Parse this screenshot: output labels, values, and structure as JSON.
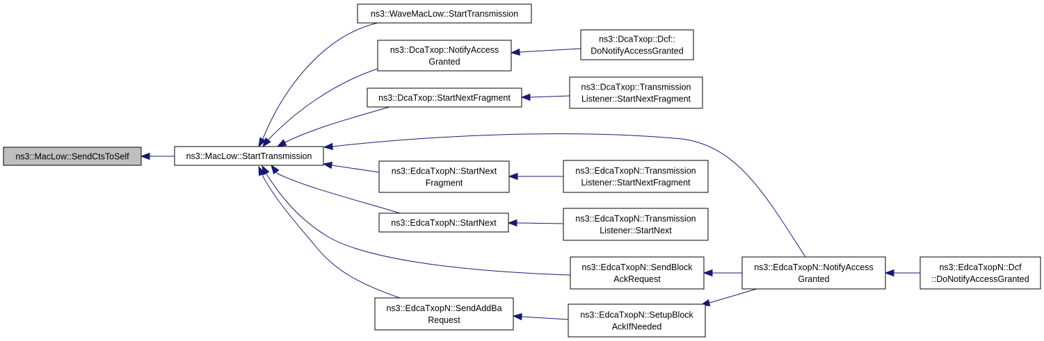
{
  "graph": {
    "nodes": [
      {
        "id": "send-cts-to-self",
        "lines": [
          "ns3::MacLow::SendCtsToSelf"
        ],
        "highlight": true
      },
      {
        "id": "maclow-start-transmission",
        "lines": [
          "ns3::MacLow::StartTransmission"
        ]
      },
      {
        "id": "wavemaclow-start-transmission",
        "lines": [
          "ns3::WaveMacLow::StartTransmission"
        ]
      },
      {
        "id": "dcatxop-notify-access-granted",
        "lines": [
          "ns3::DcaTxop::NotifyAccess",
          "Granted"
        ]
      },
      {
        "id": "dcatxop-dcf-do-notify-access-granted",
        "lines": [
          "ns3::DcaTxop::Dcf::",
          "DoNotifyAccessGranted"
        ]
      },
      {
        "id": "dcatxop-start-next-fragment",
        "lines": [
          "ns3::DcaTxop::StartNextFragment"
        ]
      },
      {
        "id": "dcatxop-transmission-listener-start-next-fragment",
        "lines": [
          "ns3::DcaTxop::Transmission",
          "Listener::StartNextFragment"
        ]
      },
      {
        "id": "edcatxopn-start-next-fragment",
        "lines": [
          "ns3::EdcaTxopN::StartNext",
          "Fragment"
        ]
      },
      {
        "id": "edcatxopn-transmission-listener-start-next-fragment",
        "lines": [
          "ns3::EdcaTxopN::Transmission",
          "Listener::StartNextFragment"
        ]
      },
      {
        "id": "edcatxopn-start-next",
        "lines": [
          "ns3::EdcaTxopN::StartNext"
        ]
      },
      {
        "id": "edcatxopn-transmission-listener-start-next",
        "lines": [
          "ns3::EdcaTxopN::Transmission",
          "Listener::StartNext"
        ]
      },
      {
        "id": "edcatxopn-send-block-ack-request",
        "lines": [
          "ns3::EdcaTxopN::SendBlock",
          "AckRequest"
        ]
      },
      {
        "id": "edcatxopn-notify-access-granted",
        "lines": [
          "ns3::EdcaTxopN::NotifyAccess",
          "Granted"
        ]
      },
      {
        "id": "edcatxopn-dcf-do-notify-access-granted",
        "lines": [
          "ns3::EdcaTxopN::Dcf",
          "::DoNotifyAccessGranted"
        ]
      },
      {
        "id": "edcatxopn-send-add-ba-request",
        "lines": [
          "ns3::EdcaTxopN::SendAddBa",
          "Request"
        ]
      },
      {
        "id": "edcatxopn-setup-block-ack-if-needed",
        "lines": [
          "ns3::EdcaTxopN::SetupBlock",
          "AckIfNeeded"
        ]
      }
    ],
    "edges": [
      {
        "from": "maclow-start-transmission",
        "to": "send-cts-to-self"
      },
      {
        "from": "wavemaclow-start-transmission",
        "to": "maclow-start-transmission"
      },
      {
        "from": "dcatxop-notify-access-granted",
        "to": "maclow-start-transmission"
      },
      {
        "from": "dcatxop-start-next-fragment",
        "to": "maclow-start-transmission"
      },
      {
        "from": "edcatxopn-notify-access-granted",
        "to": "maclow-start-transmission"
      },
      {
        "from": "edcatxopn-start-next-fragment",
        "to": "maclow-start-transmission"
      },
      {
        "from": "edcatxopn-start-next",
        "to": "maclow-start-transmission"
      },
      {
        "from": "edcatxopn-send-block-ack-request",
        "to": "maclow-start-transmission"
      },
      {
        "from": "edcatxopn-send-add-ba-request",
        "to": "maclow-start-transmission"
      },
      {
        "from": "dcatxop-dcf-do-notify-access-granted",
        "to": "dcatxop-notify-access-granted"
      },
      {
        "from": "dcatxop-transmission-listener-start-next-fragment",
        "to": "dcatxop-start-next-fragment"
      },
      {
        "from": "edcatxopn-transmission-listener-start-next-fragment",
        "to": "edcatxopn-start-next-fragment"
      },
      {
        "from": "edcatxopn-transmission-listener-start-next",
        "to": "edcatxopn-start-next"
      },
      {
        "from": "edcatxopn-notify-access-granted",
        "to": "edcatxopn-send-block-ack-request"
      },
      {
        "from": "edcatxopn-setup-block-ack-if-needed",
        "to": "edcatxopn-send-add-ba-request"
      },
      {
        "from": "edcatxopn-notify-access-granted",
        "to": "edcatxopn-setup-block-ack-if-needed"
      },
      {
        "from": "edcatxopn-dcf-do-notify-access-granted",
        "to": "edcatxopn-notify-access-granted"
      }
    ]
  },
  "colors": {
    "edge": "#191970",
    "node_border": "#000000",
    "node_fill": "#ffffff",
    "highlight_fill": "#bfbfbf"
  }
}
